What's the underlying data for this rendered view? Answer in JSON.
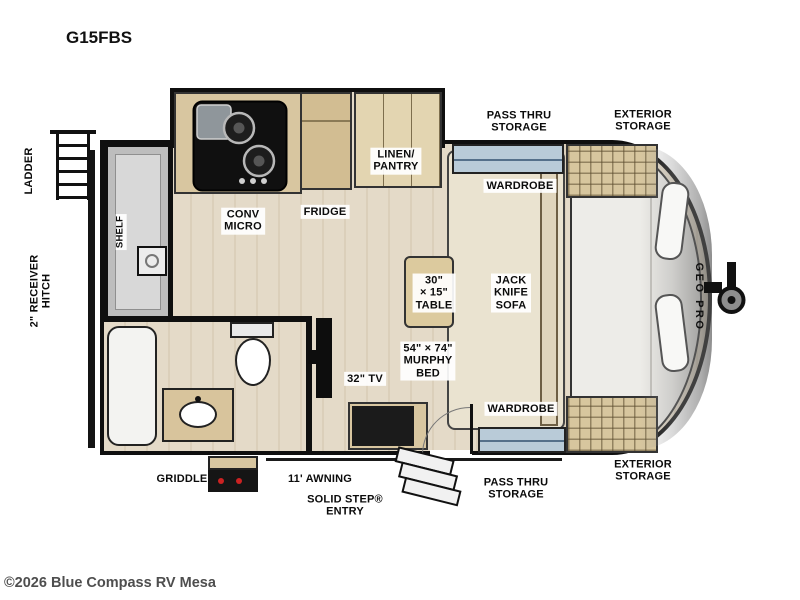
{
  "title": "G15FBS",
  "watermark": "©2026 Blue Compass RV Mesa",
  "colors": {
    "wall": "#0f0f0f",
    "floor": "#e4dac8",
    "cabinet": "#d8c6a0",
    "window": "#b9cbd8",
    "accent_red": "#cc2222"
  },
  "labels": {
    "ladder": "LADDER",
    "receiver_hitch": "2\" RECEIVER\nHITCH",
    "shelf": "SHELF",
    "conv_micro": "CONV\nMICRO",
    "fridge": "FRIDGE",
    "linen_pantry": "LINEN/\nPANTRY",
    "pass_thru_storage_top": "PASS THRU\nSTORAGE",
    "exterior_storage_top": "EXTERIOR\nSTORAGE",
    "wardrobe_top": "WARDROBE",
    "table": "30\"\n× 15\"\nTABLE",
    "jack_knife_sofa": "JACK\nKNIFE\nSOFA",
    "murphy_bed": "54\" × 74\"\nMURPHY\nBED",
    "tv": "32\" TV",
    "wardrobe_bottom": "WARDROBE",
    "griddle": "GRIDDLE",
    "awning": "11' AWNING",
    "solid_step_entry": "SOLID STEP®\nENTRY",
    "pass_thru_storage_bottom": "PASS THRU\nSTORAGE",
    "exterior_storage_bottom": "EXTERIOR\nSTORAGE",
    "brand_logo": "GEO PRO"
  }
}
